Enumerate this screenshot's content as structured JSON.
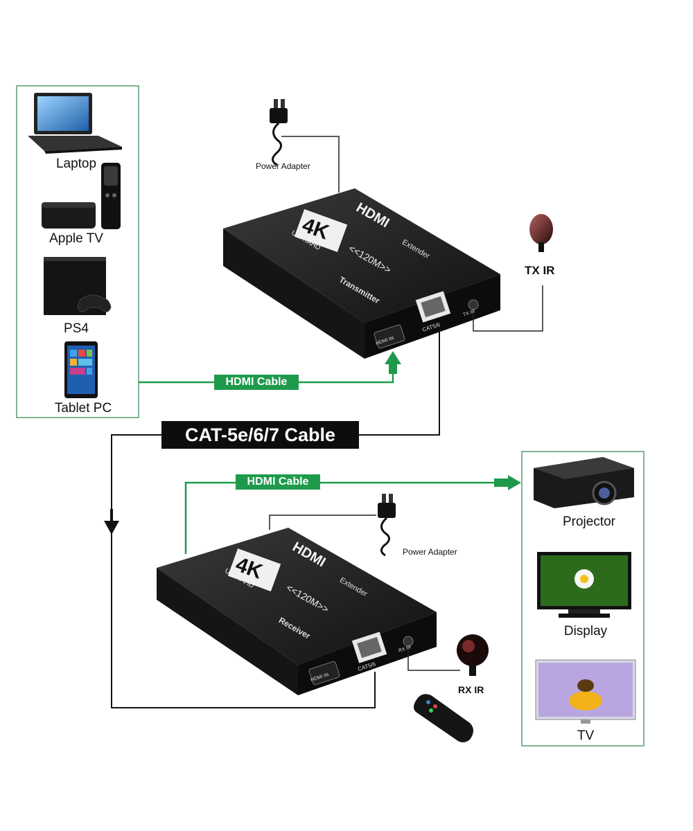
{
  "sources": {
    "laptop": "Laptop",
    "apple_tv": "Apple TV",
    "ps4": "PS4",
    "tablet": "Tablet PC"
  },
  "displays": {
    "projector": "Projector",
    "display": "Display",
    "tv": "TV"
  },
  "transmitter": {
    "power_adapter": "Power Adapter",
    "ir_label": "TX IR",
    "brand": "HDMI",
    "product": "Extender",
    "range": "<<120M>>",
    "role": "Transmitter",
    "badge": "4K",
    "badge_sub": "ULTRAHD",
    "port_hdmi": "HDMI IN",
    "port_cat": "CAT5/6",
    "port_ir": "TX IR"
  },
  "receiver": {
    "power_adapter": "Power Adapter",
    "ir_label": "RX IR",
    "brand": "HDMI",
    "product": "Extender",
    "range": "<<120M>>",
    "role": "Receiver",
    "badge": "4K",
    "badge_sub": "ULTRAHD",
    "port_hdmi": "HDMI IN",
    "port_cat": "CAT5/6",
    "port_ir": "RX IR"
  },
  "cables": {
    "hdmi_top": "HDMI  Cable",
    "hdmi_bottom": "HDMI  Cable",
    "cat": "CAT-5e/6/7 Cable"
  },
  "colors": {
    "green": "#1f9a4c",
    "frame": "#5a9a72",
    "device_body": "#1b1b1b",
    "line": "#222222"
  }
}
